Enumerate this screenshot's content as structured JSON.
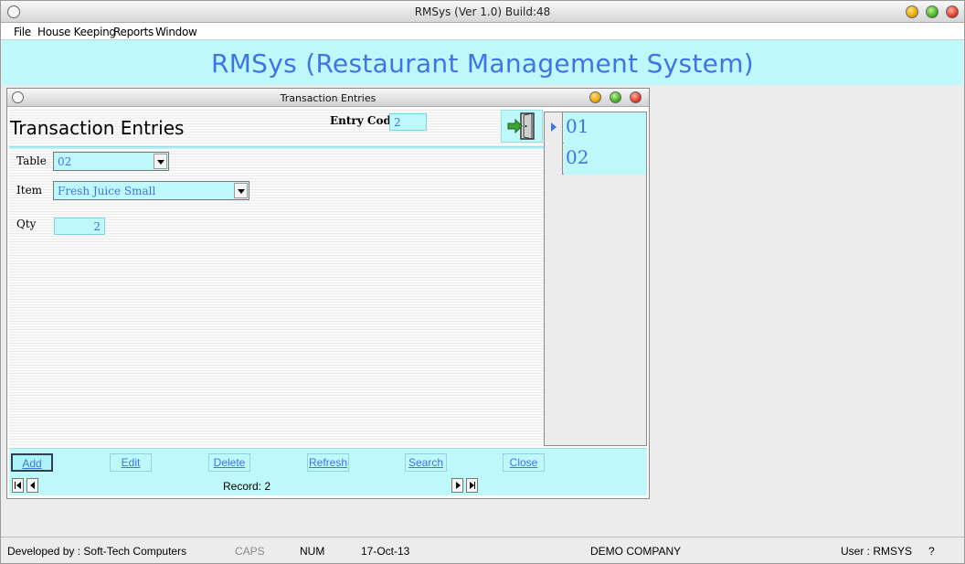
{
  "window": {
    "title": "RMSys (Ver 1.0) Build:48"
  },
  "menu": {
    "file": "File",
    "housekeeping": "House Keeping",
    "reports": "Reports",
    "window": "Window"
  },
  "banner": {
    "title": "RMSys (Restaurant Management System)"
  },
  "child": {
    "title": "Transaction Entries",
    "heading": "Transaction Entries",
    "entry_code_label": "Entry Code",
    "entry_code_value": "2",
    "table_label": "Table",
    "table_value": "02",
    "item_label": "Item",
    "item_value": "Fresh Juice Small",
    "qty_label": "Qty",
    "qty_value": "2",
    "exit_icon": "exit-door-icon"
  },
  "grid": {
    "rows": [
      "01",
      "02"
    ],
    "selected_index": 0
  },
  "toolbar": {
    "add": "Add",
    "edit": "Edit",
    "delete": "Delete",
    "refresh": "Refresh",
    "search": "Search",
    "close": "Close"
  },
  "nav": {
    "record": "Record: 2"
  },
  "status": {
    "developer": "Developed by : Soft-Tech Computers",
    "caps": "CAPS",
    "num": "NUM",
    "date": "17-Oct-13",
    "company": "DEMO COMPANY",
    "user": "User : RMSYS",
    "help": "?"
  },
  "colors": {
    "accent_cyan": "#bff8fb",
    "text_blue": "#3e74e6"
  }
}
